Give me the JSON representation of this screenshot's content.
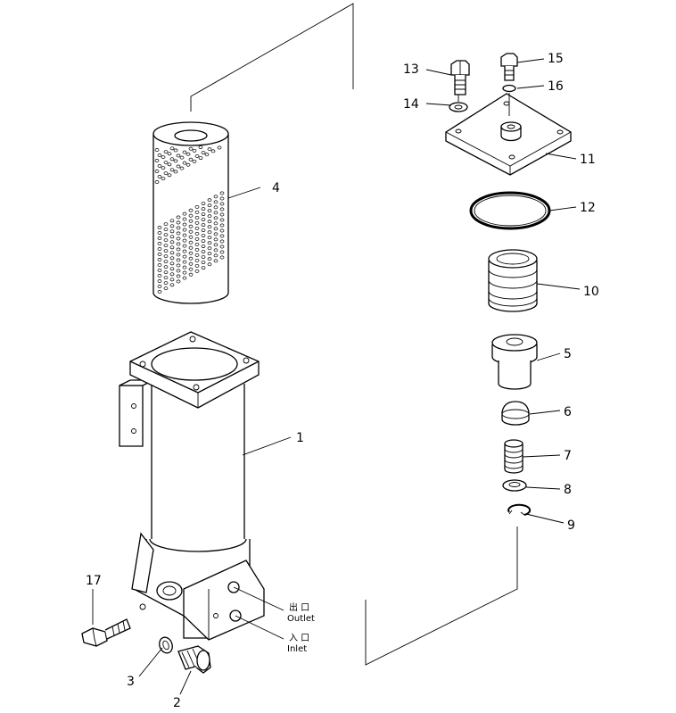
{
  "callouts": {
    "c1": "1",
    "c2": "2",
    "c3": "3",
    "c4": "4",
    "c5": "5",
    "c6": "6",
    "c7": "7",
    "c8": "8",
    "c9": "9",
    "c10": "10",
    "c11": "11",
    "c12": "12",
    "c13": "13",
    "c14": "14",
    "c15": "15",
    "c16": "16",
    "c17": "17"
  },
  "ports": {
    "outlet_cjk": "出 口",
    "outlet": "Outlet",
    "inlet_cjk": "入 口",
    "inlet": "Inlet"
  }
}
